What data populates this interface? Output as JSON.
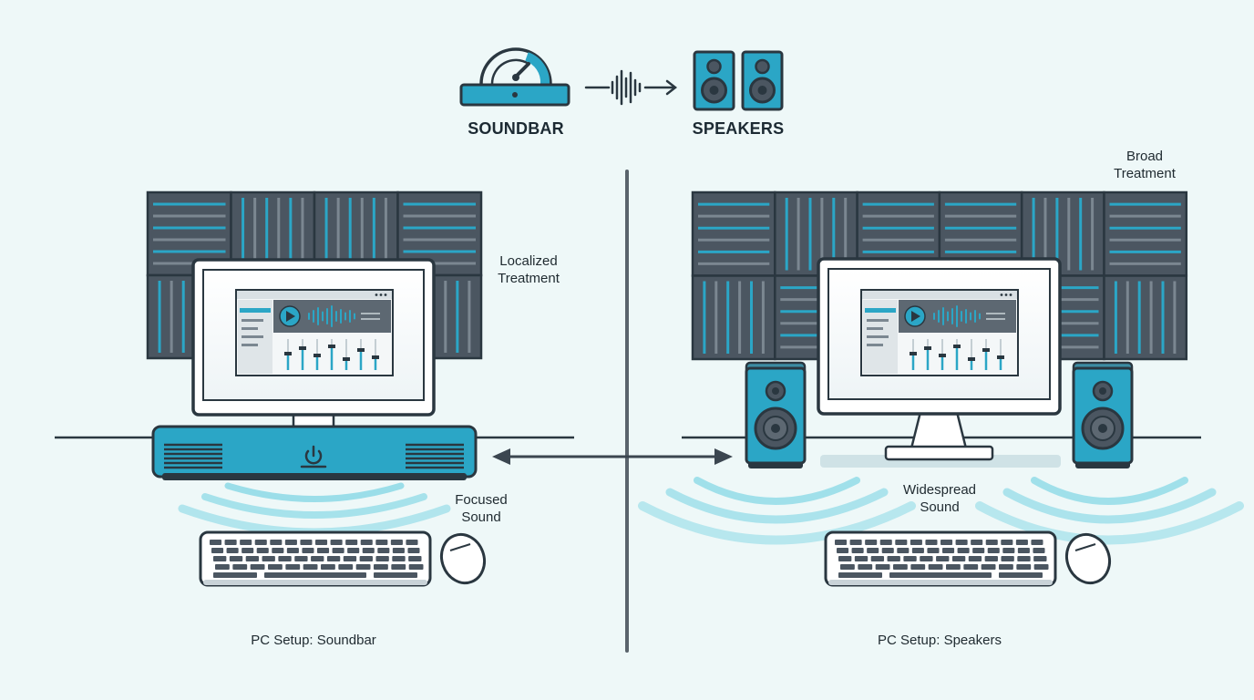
{
  "header": {
    "soundbar_label": "SOUNDBAR",
    "speakers_label": "SPEAKERS"
  },
  "left_setup": {
    "caption": "PC Setup: Soundbar",
    "treatment_label": [
      "Localized",
      "Treatment"
    ],
    "sound_label": [
      "Focused",
      "Sound"
    ]
  },
  "right_setup": {
    "caption": "PC Setup: Speakers",
    "treatment_label": [
      "Broad",
      "Treatment"
    ],
    "sound_label": [
      "Widespread",
      "Sound"
    ]
  },
  "colors": {
    "background": "#eef8f8",
    "accent": "#2ba6c6",
    "outline": "#2a3740",
    "panel_dark": "#4b5661"
  },
  "icons": [
    "speedometer-icon",
    "soundwave-icon",
    "arrow-right-icon",
    "power-icon",
    "play-icon",
    "double-arrow-icon"
  ]
}
